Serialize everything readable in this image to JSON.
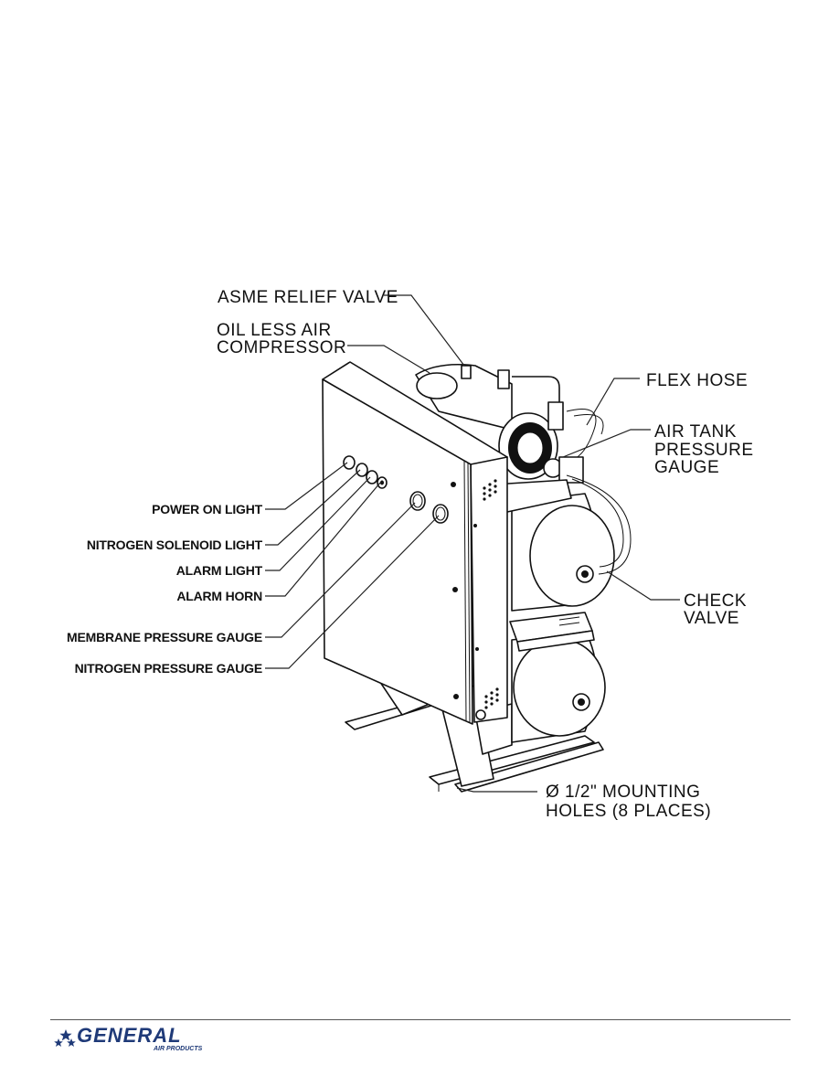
{
  "callouts": {
    "asme_relief_valve": "ASME RELIEF VALVE",
    "oil_less_air_compressor_1": "OIL LESS AIR",
    "oil_less_air_compressor_2": "COMPRESSOR",
    "flex_hose": "FLEX HOSE",
    "air_tank_pressure_gauge_1": "AIR TANK",
    "air_tank_pressure_gauge_2": "PRESSURE",
    "air_tank_pressure_gauge_3": "GAUGE",
    "check_valve_1": "CHECK",
    "check_valve_2": "VALVE",
    "mounting_holes_1": "Ø 1/2\" MOUNTING",
    "mounting_holes_2": "HOLES (8 PLACES)",
    "power_on_light": "POWER ON LIGHT",
    "nitrogen_solenoid_light": "NITROGEN SOLENOID LIGHT",
    "alarm_light": "ALARM LIGHT",
    "alarm_horn": "ALARM HORN",
    "membrane_pressure_gauge": "MEMBRANE PRESSURE GAUGE",
    "nitrogen_pressure_gauge": "NITROGEN PRESSURE GAUGE"
  },
  "footer": {
    "logo_word": "GENERAL",
    "logo_sub": "AIR PRODUCTS",
    "logo_color": "#1f3a78",
    "logo_icon": "stars-icon"
  }
}
